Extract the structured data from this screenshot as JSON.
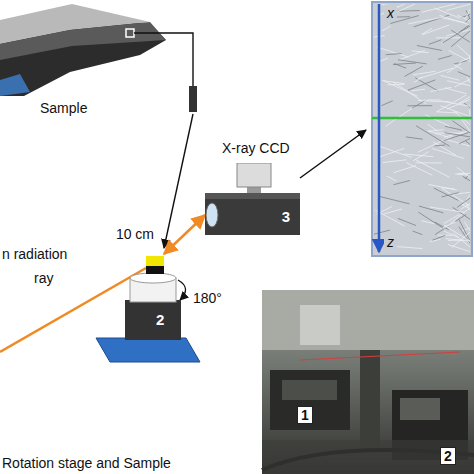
{
  "diagram": {
    "nodes": [
      {
        "text": [
          "3"
        ]
      },
      {
        "text": [
          "2"
        ]
      }
    ],
    "edges": [
      {
        "from": 1,
        "to": 0,
        "label": "10 cm",
        "arrow": "both"
      }
    ],
    "labels": [
      "Sample",
      "X-ray CCD",
      "n radiation",
      "ray",
      "180°",
      "Rotation stage and Sample",
      "x",
      "z",
      "1",
      "2"
    ]
  }
}
